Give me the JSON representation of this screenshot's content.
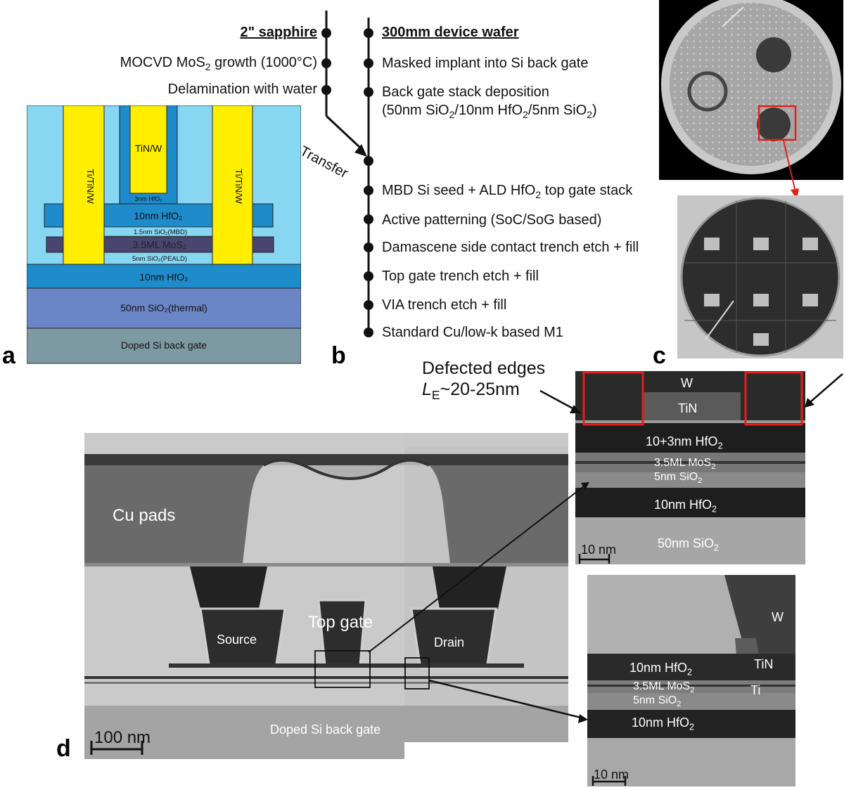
{
  "panels": {
    "a": "a",
    "b": "b",
    "c": "c",
    "d": "d"
  },
  "panel_a": {
    "layers": {
      "tin_w": "TiN/W",
      "ti_tin_w_left": "Ti/TiN/W",
      "ti_tin_w_right": "Ti/TiN/W",
      "hfo2_3nm": "3nm HfO₂",
      "hfo2_10nm_top": "10nm HfO₂",
      "sio2_mbd": "1.5nm SiO₂(MBD)",
      "mos2": "3.5ML MoS₂",
      "sio2_peald": "5nm SiO₂(PEALD)",
      "hfo2_10nm_bottom": "10nm HfO₂",
      "sio2_thermal": "50nm SiO₂(thermal)",
      "doped_si": "Doped Si back gate"
    },
    "colors": {
      "sky": "#87d6f2",
      "blue": "#1e8bcb",
      "yellow": "#ffee00",
      "mos2": "#4a4570",
      "sio2_thermal": "#6b86c6",
      "si": "#7d9aa3"
    }
  },
  "panel_b": {
    "left_steps": [
      "2\" sapphire",
      "MOCVD MoS₂ growth (1000°C)",
      "Delamination with water"
    ],
    "transfer_label": "Transfer",
    "right_steps": [
      "300mm device wafer",
      "Masked implant into Si back gate",
      "Back gate stack deposition",
      "(50nm SiO₂/10nm HfO₂/5nm SiO₂)",
      "MBD Si seed + ALD HfO₂ top gate stack",
      "Active patterning (SoC/SoG based)",
      "Damascene side contact trench etch + fill",
      "Top gate trench etch + fill",
      "VIA trench etch + fill",
      "Standard Cu/low-k based M1"
    ]
  },
  "panel_d": {
    "main": {
      "cu_pads": "Cu pads",
      "source": "Source",
      "top_gate": "Top gate",
      "drain": "Drain",
      "doped_si": "Doped Si back gate",
      "scale_bar": "100 nm"
    },
    "defected": {
      "line1": "Defected edges",
      "line2_prefix": "L",
      "line2_sub": "E",
      "line2_suffix": "~20-25nm"
    },
    "inset_top": {
      "w": "W",
      "tin": "TiN",
      "hfo2_top": "10+3nm HfO₂",
      "mos2": "3.5ML MoS₂",
      "sio2": "5nm SiO₂",
      "hfo2_bottom": "10nm HfO₂",
      "sio2_50": "50nm SiO₂",
      "scale_bar": "10 nm"
    },
    "inset_bottom": {
      "w": "W",
      "tin": "TiN",
      "ti": "Ti",
      "hfo2_top": "10nm HfO₂",
      "mos2": "3.5ML MoS₂",
      "sio2": "5nm SiO₂",
      "hfo2_bottom": "10nm HfO₂",
      "scale_bar": "10 nm"
    }
  }
}
